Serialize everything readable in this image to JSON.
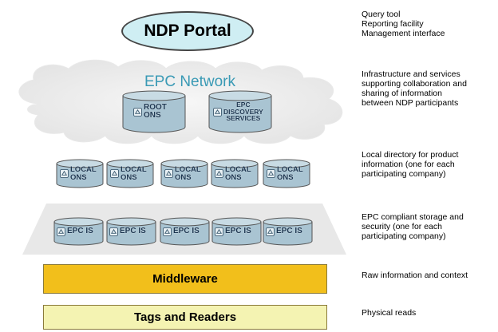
{
  "portal": {
    "title": "NDP Portal"
  },
  "network": {
    "title": "EPC Network",
    "root_ons": [
      "ROOT",
      "ONS"
    ],
    "discovery": [
      "EPC",
      "DISCOVERY",
      "SERVICES"
    ]
  },
  "local_ons": [
    [
      "LOCAL",
      "ONS"
    ],
    [
      "LOCAL",
      "ONS"
    ],
    [
      "LOCAL",
      "ONS"
    ],
    [
      "LOCAL",
      "ONS"
    ],
    [
      "LOCAL",
      "ONS"
    ]
  ],
  "epc_is": [
    "EPC IS",
    "EPC IS",
    "EPC IS",
    "EPC IS",
    "EPC IS"
  ],
  "middleware": {
    "label": "Middleware"
  },
  "tags": {
    "label": "Tags and Readers"
  },
  "descriptions": {
    "portal": [
      "Query tool",
      "Reporting facility",
      "Management interface"
    ],
    "network": [
      "Infrastructure and services",
      "supporting collaboration and",
      "sharing of information",
      "between NDP participants"
    ],
    "local_ons": [
      "Local directory for product",
      "information (one for each",
      "participating company)"
    ],
    "epc_is": [
      "EPC compliant storage and",
      "security (one for each",
      "participating company)"
    ],
    "middleware": [
      "Raw information and context"
    ],
    "tags": [
      "Physical reads"
    ]
  },
  "colors": {
    "portal_fill": "#cfeef3",
    "cylinder_fill": "#a9c4d2",
    "middleware_fill": "#f2bf1b",
    "tags_fill": "#f4f3b2",
    "network_title": "#3a9ab5"
  },
  "icons": [
    "network-icon"
  ]
}
